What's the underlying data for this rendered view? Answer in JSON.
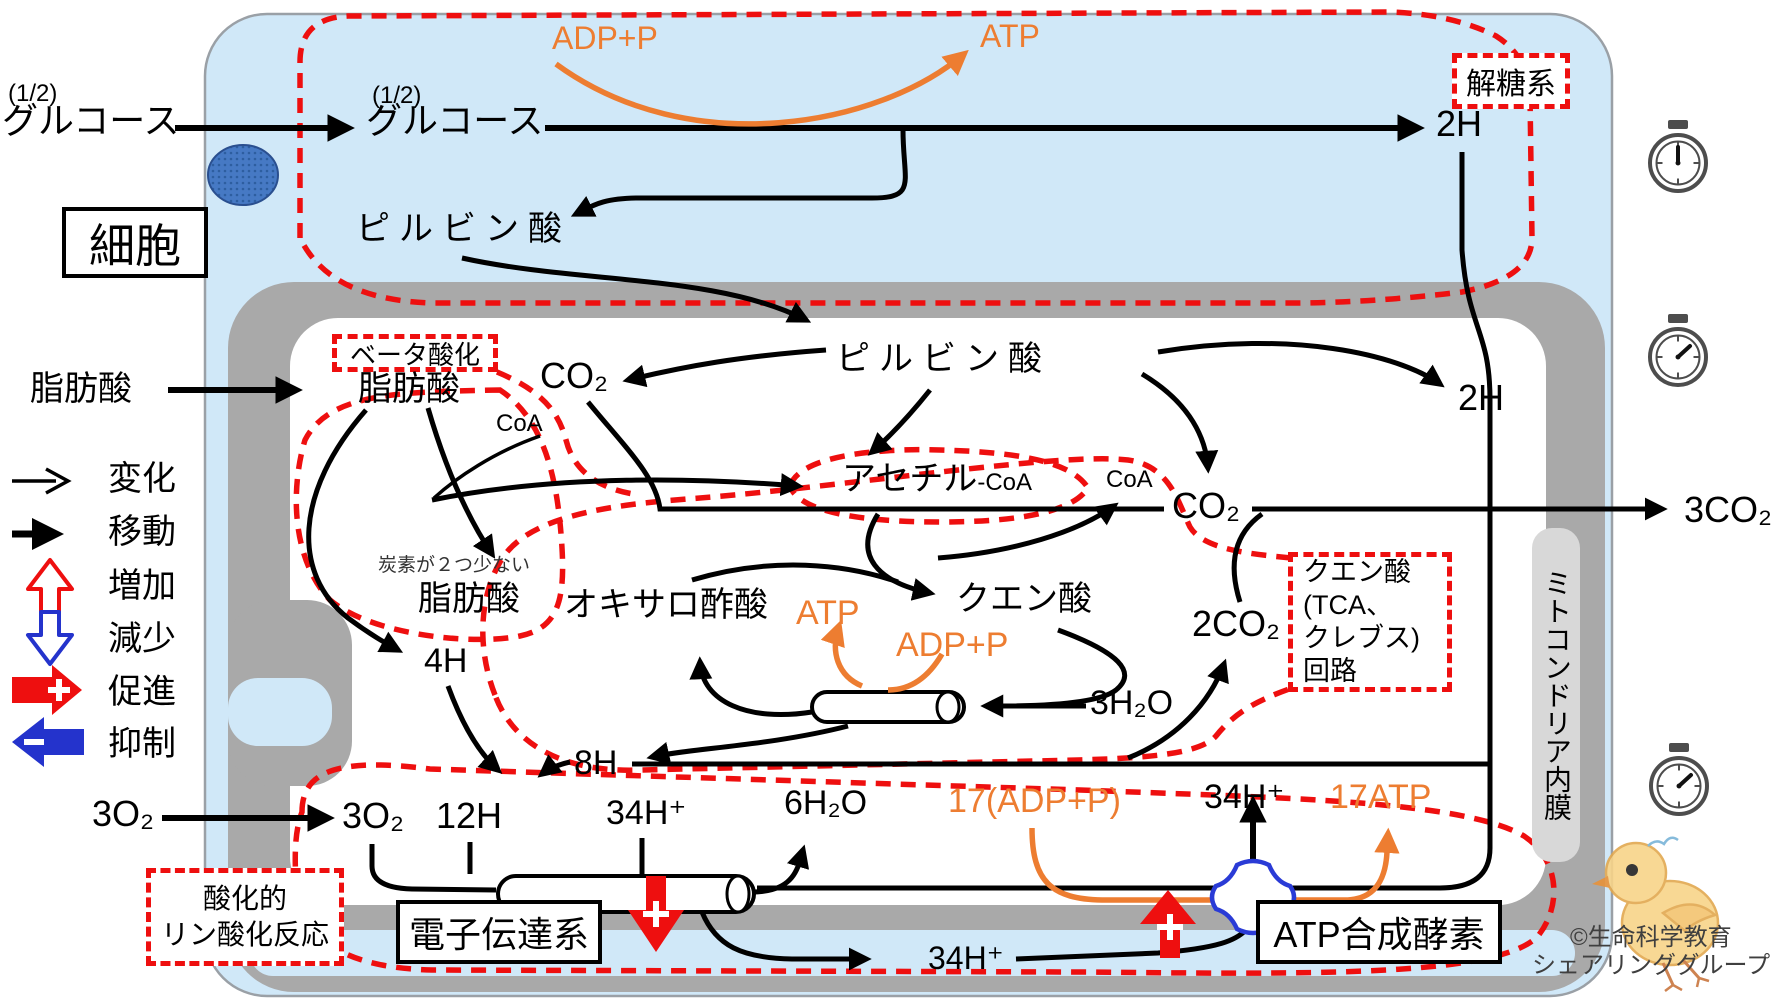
{
  "colors": {
    "cell_bg": "#d0e8f8",
    "membrane_gray": "#a9a9a9",
    "matrix_white": "#ffffff",
    "dash_red": "#ee0f0f",
    "orange": "#ed7d31",
    "legend_blue": "#2433cc",
    "synthase_blue": "#2a3bd6"
  },
  "cell": {
    "label": "細胞"
  },
  "cytosol": {
    "glucose_outer": {
      "fraction": "(1/2)",
      "label": "グルコース"
    },
    "glucose_inner": {
      "fraction": "(1/2)",
      "label": "グルコース"
    },
    "pyruvate": "ピルビン酸",
    "fatty_acid_outer": "脂肪酸",
    "o2_outer": "3O₂"
  },
  "glycolysis": {
    "label": "解糖系",
    "adp_p": "ADP+P",
    "atp": "ATP",
    "h2": "2H"
  },
  "mitochondrion": {
    "inner_membrane_label": "ミトコンドリア内膜",
    "pyruvate": "ピルビン酸",
    "h2": "2H",
    "co2_out": "3CO₂",
    "beta_oxidation": {
      "label": "ベータ酸化",
      "fatty_acid": "脂肪酸",
      "coa": "CoA",
      "co2": "CO₂",
      "shorter_note": "炭素が２つ少ない",
      "fatty_acid_short": "脂肪酸",
      "h4": "4H"
    },
    "acetyl": {
      "main": "アセチル",
      "coa_suffix": "-CoA",
      "coa_free": "CoA"
    },
    "tca": {
      "box_lines": [
        "クエン酸",
        "(TCA、",
        "クレブス)",
        "回路"
      ],
      "citrate": "クエン酸",
      "oxaloacetate": "オキサロ酢酸",
      "atp": "ATP",
      "adp_p": "ADP+P",
      "co2": "CO₂",
      "co2_2": "2CO₂",
      "h2o_3": "3H₂O",
      "h8": "8H"
    },
    "oxphos": {
      "label_lines": [
        "酸化的",
        "リン酸化反応"
      ],
      "o2": "3O₂",
      "h12": "12H",
      "h34_membrane": "34H⁺",
      "h2o_6": "6H₂O",
      "adp17": "17(ADP+P)",
      "h34_up": "34H⁺",
      "atp17": "17ATP",
      "h34_pumped": "34H⁺",
      "etc_label": "電子伝達系",
      "synthase_label": "ATP合成酵素"
    }
  },
  "legend": {
    "items": [
      {
        "label": "変化"
      },
      {
        "label": "移動"
      },
      {
        "label": "増加"
      },
      {
        "label": "減少"
      },
      {
        "label": "促進"
      },
      {
        "label": "抑制"
      }
    ]
  },
  "timers": [
    {
      "icon": "stopwatch-icon",
      "hand": "12:00"
    },
    {
      "icon": "stopwatch-icon",
      "hand": "1:40"
    },
    {
      "icon": "stopwatch-icon",
      "hand": "1:40"
    }
  ],
  "credit": {
    "line1": "©生命科学教育",
    "line2": "シェアリンググループ"
  }
}
